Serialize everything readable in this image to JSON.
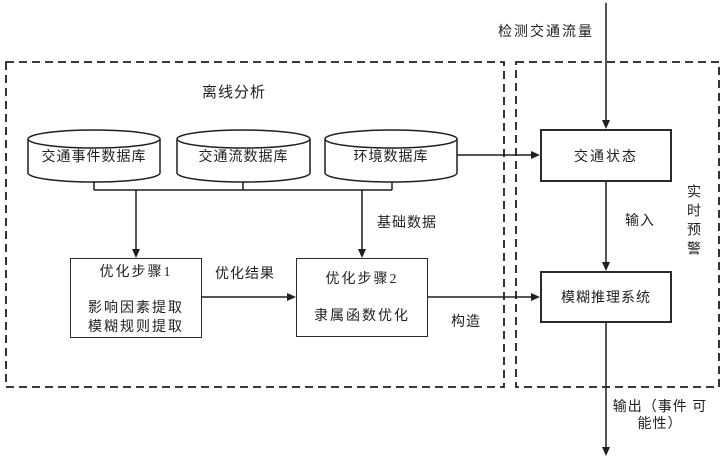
{
  "diagram": {
    "offline_region_title": "离线分析",
    "realtime_region_label": "实时预警"
  },
  "databases": [
    {
      "label": "交通事件数据库"
    },
    {
      "label": "交通流数据库"
    },
    {
      "label": "环境数据库"
    }
  ],
  "processes": {
    "step1_title": "优化步骤1",
    "step1_body": "影响因素提取\n模糊规则提取",
    "step2_title": "优化步骤2",
    "step2_body": "隶属函数优化",
    "traffic_state": "交通状态",
    "fuzzy_system": "模糊推理系统"
  },
  "labels": {
    "detect_flow": "检测交通流量",
    "base_data": "基础数据",
    "opt_result": "优化结果",
    "construct": "构造",
    "input": "输入",
    "output": "输出（事件\n可能性）"
  },
  "colors": {
    "line": "#1f1f1f",
    "background": "#ffffff"
  }
}
